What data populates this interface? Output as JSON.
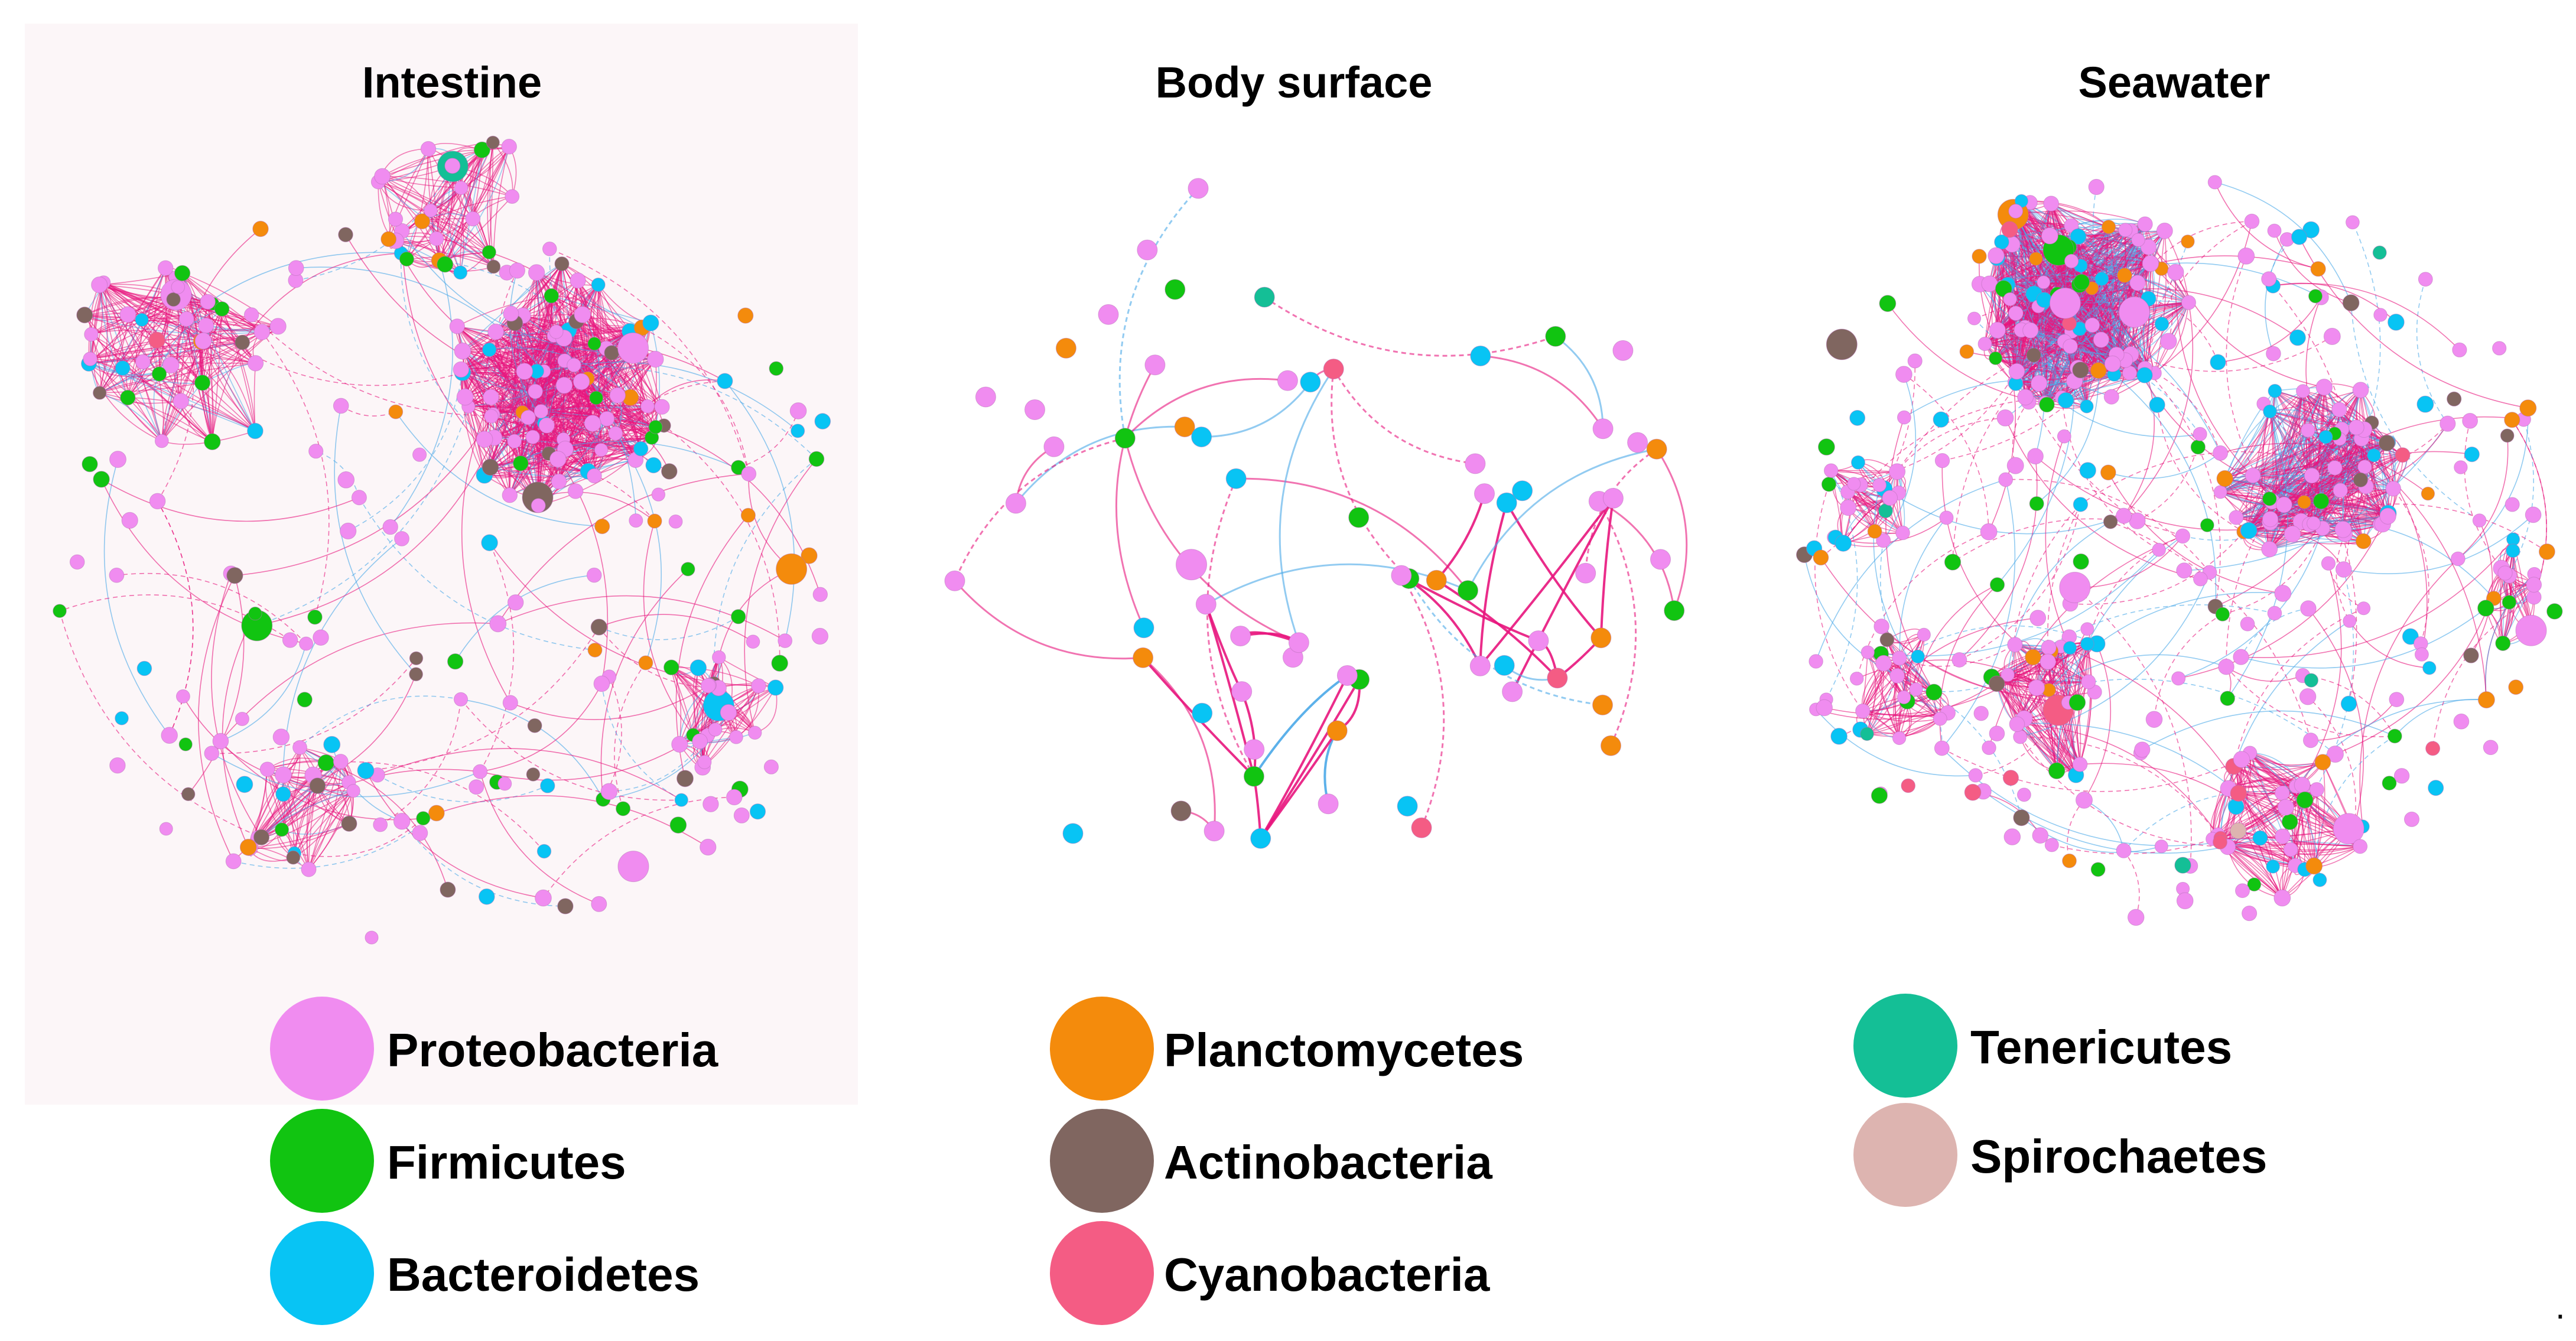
{
  "figure": {
    "panels": [
      {
        "id": "intestine",
        "title": "Intestine",
        "density": 1.0
      },
      {
        "id": "body-surface",
        "title": "Body surface",
        "density": 0.25
      },
      {
        "id": "seawater",
        "title": "Seawater",
        "density": 1.25
      }
    ],
    "edge_colors": {
      "positive": "#e8157d",
      "negative": "#4aa8e8"
    },
    "legend": [
      {
        "phylum": "Proteobacteria",
        "color": "#f08cf0"
      },
      {
        "phylum": "Firmicutes",
        "color": "#11c411"
      },
      {
        "phylum": "Bacteroidetes",
        "color": "#08c4f4"
      },
      {
        "phylum": "Planctomycetes",
        "color": "#f48b0c"
      },
      {
        "phylum": "Actinobacteria",
        "color": "#806660"
      },
      {
        "phylum": "Cyanobacteria",
        "color": "#f45c84"
      },
      {
        "phylum": "Tenericutes",
        "color": "#14bf96"
      },
      {
        "phylum": "Spirochaetes",
        "color": "#ddb4b0"
      }
    ],
    "trailing_mark": "."
  }
}
